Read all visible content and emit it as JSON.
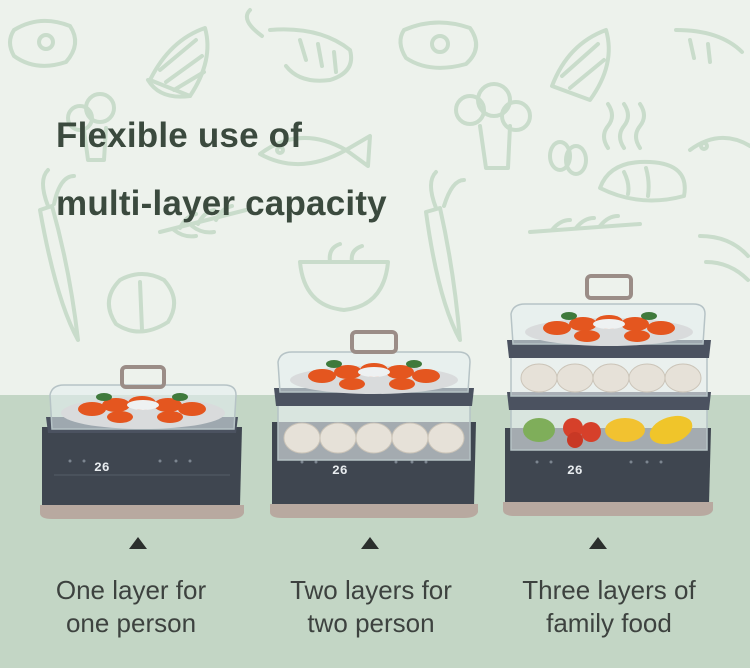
{
  "headline": {
    "line1": "Flexible use of",
    "line2": "multi-layer capacity"
  },
  "colors": {
    "background_top": "#edf2ec",
    "background_bottom": "#c3d6c5",
    "doodle_stroke": "#c9dccb",
    "heading_text": "#3b4a3e",
    "caption_text": "#3d423f",
    "base_body": "#3f4650",
    "tray_dark": "#4b5260",
    "display_digits": "#e8ecef"
  },
  "products": [
    {
      "layers": 1,
      "display": "26",
      "caption_line1": "One layer for",
      "caption_line2": "one person"
    },
    {
      "layers": 2,
      "display": "26",
      "caption_line1": "Two layers for",
      "caption_line2": "two person"
    },
    {
      "layers": 3,
      "display": "26",
      "caption_line1": "Three layers of",
      "caption_line2": "family food"
    }
  ],
  "icons": [
    "steak-icon",
    "corn-icon",
    "shrimp-icon",
    "fish-icon",
    "broccoli-icon",
    "carrot-icon",
    "bread-icon",
    "soup-bowl-icon",
    "lettuce-icon",
    "wheat-icon",
    "up-triangle-icon"
  ]
}
